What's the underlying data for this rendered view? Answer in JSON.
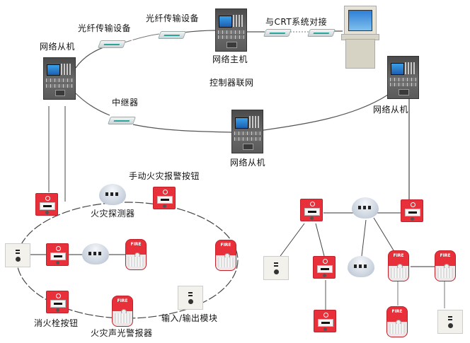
{
  "title": "控制器联网",
  "network": {
    "master_label": "网络主机",
    "slave_label_left": "网络从机",
    "slave_label_right": "网络从机",
    "slave_label_bottom": "网络从机",
    "fiber_label_1": "光纤传输设备",
    "fiber_label_2": "光纤传输设备",
    "repeater_label": "中继器",
    "crt_label": "与CRT系统对接",
    "network_label": "控制器联网"
  },
  "loop_left": {
    "manual_alarm_button_label": "手动火灾报警按钮",
    "detector_label": "火灾探测器",
    "hydrant_button_label": "消火栓按钮",
    "sounder_label": "火灾声光警报器",
    "io_module_label": "输入/输出模块"
  },
  "device_text": {
    "fire": "FIRE"
  },
  "colors": {
    "device_red": "#e8303a",
    "line": "#333333",
    "screen_blue": "#2e7fd6"
  }
}
